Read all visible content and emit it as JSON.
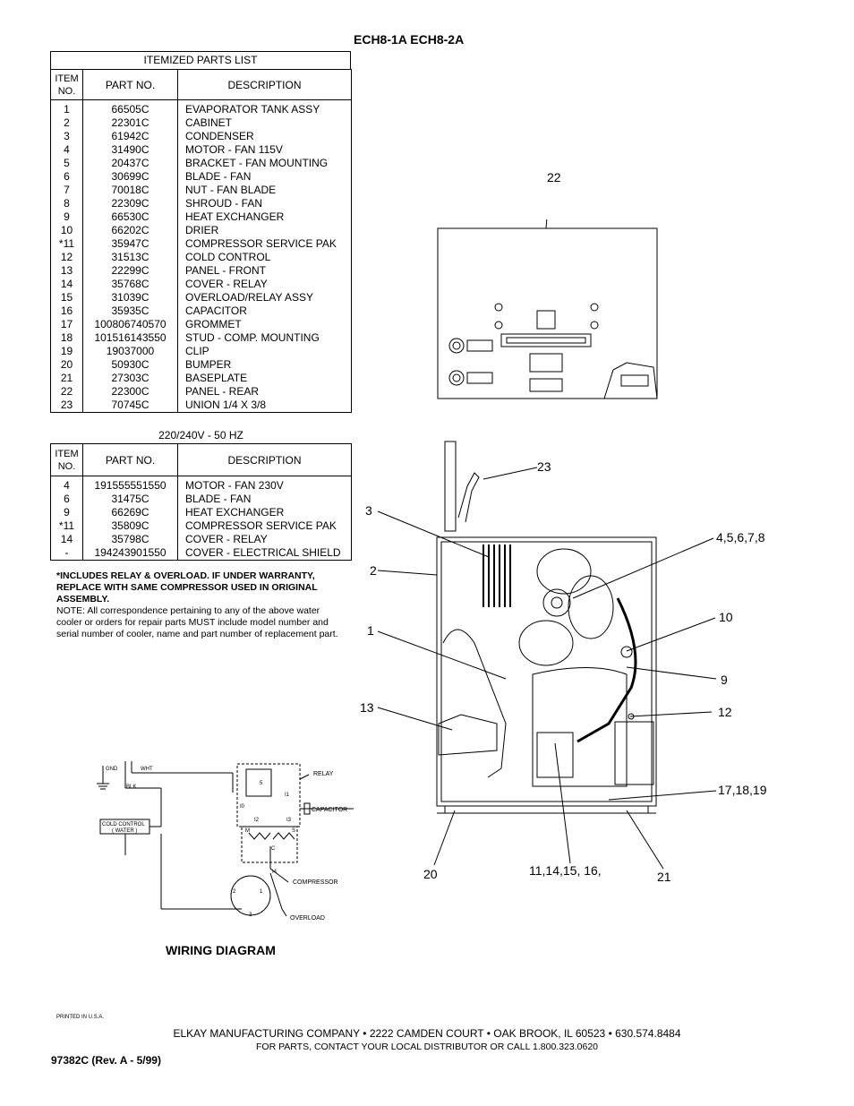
{
  "title": "ECH8-1A ECH8-2A",
  "table1": {
    "caption": "ITEMIZED PARTS LIST",
    "headers": {
      "item": "ITEM NO.",
      "part": "PART  NO.",
      "desc": "DESCRIPTION"
    },
    "rows": [
      [
        "1",
        "66505C",
        "EVAPORATOR TANK ASSY"
      ],
      [
        "2",
        "22301C",
        "CABINET"
      ],
      [
        "3",
        "61942C",
        "CONDENSER"
      ],
      [
        "4",
        "31490C",
        "MOTOR - FAN 115V"
      ],
      [
        "5",
        "20437C",
        "BRACKET - FAN MOUNTING"
      ],
      [
        "6",
        "30699C",
        "BLADE - FAN"
      ],
      [
        "7",
        "70018C",
        "NUT - FAN BLADE"
      ],
      [
        "8",
        "22309C",
        "SHROUD - FAN"
      ],
      [
        "9",
        "66530C",
        "HEAT EXCHANGER"
      ],
      [
        "10",
        "66202C",
        "DRIER"
      ],
      [
        "*11",
        "35947C",
        "COMPRESSOR SERVICE PAK"
      ],
      [
        "12",
        "31513C",
        "COLD CONTROL"
      ],
      [
        "13",
        "22299C",
        "PANEL - FRONT"
      ],
      [
        "14",
        "35768C",
        "COVER - RELAY"
      ],
      [
        "15",
        "31039C",
        "OVERLOAD/RELAY ASSY"
      ],
      [
        "16",
        "35935C",
        "CAPACITOR"
      ],
      [
        "17",
        "100806740570",
        "GROMMET"
      ],
      [
        "18",
        "101516143550",
        "STUD - COMP. MOUNTING"
      ],
      [
        "19",
        "19037000",
        "CLIP"
      ],
      [
        "20",
        "50930C",
        "BUMPER"
      ],
      [
        "21",
        "27303C",
        "BASEPLATE"
      ],
      [
        "22",
        "22300C",
        "PANEL - REAR"
      ],
      [
        "23",
        "70745C",
        "UNION 1/4 X 3/8"
      ]
    ]
  },
  "table2": {
    "caption": "220/240V - 50 HZ",
    "headers": {
      "item": "ITEM NO.",
      "part": "PART  NO.",
      "desc": "DESCRIPTION"
    },
    "rows": [
      [
        "4",
        "191555551550",
        "MOTOR - FAN 230V"
      ],
      [
        "6",
        "31475C",
        "BLADE - FAN"
      ],
      [
        "9",
        "66269C",
        "HEAT EXCHANGER"
      ],
      [
        "*11",
        "35809C",
        "COMPRESSOR SERVICE PAK"
      ],
      [
        "14",
        "35798C",
        "COVER - RELAY"
      ],
      [
        "-",
        "194243901550",
        "COVER - ELECTRICAL SHIELD"
      ]
    ]
  },
  "notes": {
    "warranty": "*INCLUDES RELAY & OVERLOAD.  IF UNDER WARRANTY, REPLACE WITH SAME COMPRESSOR USED IN ORIGINAL ASSEMBLY.",
    "note": "NOTE:  All correspondence pertaining to any of the above water cooler or orders for repair parts MUST include model number and serial number of cooler, name and part number of replacement part."
  },
  "wiring": {
    "title": "WIRING DIAGRAM",
    "labels": {
      "gnd": "GND",
      "wht": "WHT",
      "blk": "BLK",
      "cold_control": "COLD CONTROL",
      "water": "( WATER )",
      "relay": "RELAY",
      "capacitor": "CAPACITOR",
      "compressor": "COMPRESSOR",
      "overload": "OVERLOAD",
      "t10": "I0",
      "t11": "I1",
      "t12": "I2",
      "t13": "I3",
      "t14": "I4",
      "tm": "M",
      "ts": "S",
      "tc": "C",
      "n1": "1",
      "n2": "2",
      "n3": "3",
      "n5": "5"
    }
  },
  "callouts": {
    "c22": "22",
    "c23": "23",
    "c3": "3",
    "c2": "2",
    "c4_8": "4,5,6,7,8",
    "c1": "1",
    "c10": "10",
    "c9": "9",
    "c13": "13",
    "c12": "12",
    "c17_19": "17,18,19",
    "c20": "20",
    "c11_16": "11,14,15, 16,",
    "c21": "21"
  },
  "footer": {
    "printed": "PRINTED IN U.S.A.",
    "company": "ELKAY MANUFACTURING COMPANY • 2222 CAMDEN COURT • OAK BROOK, IL 60523 • 630.574.8484",
    "contact": "FOR PARTS, CONTACT YOUR LOCAL DISTRIBUTOR OR CALL 1.800.323.0620",
    "docnum": "97382C  (Rev. A  - 5/99)"
  }
}
